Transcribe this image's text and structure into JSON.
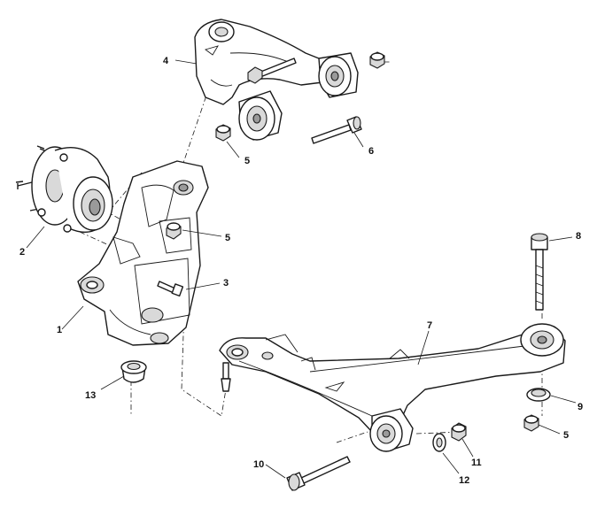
{
  "callouts": [
    {
      "id": "c1",
      "label": "1"
    },
    {
      "id": "c2",
      "label": "2"
    },
    {
      "id": "c3",
      "label": "3"
    },
    {
      "id": "c4",
      "label": "4"
    },
    {
      "id": "c5a",
      "label": "5"
    },
    {
      "id": "c5b",
      "label": "5"
    },
    {
      "id": "c5c",
      "label": "5"
    },
    {
      "id": "c6",
      "label": "6"
    },
    {
      "id": "c7",
      "label": "7"
    },
    {
      "id": "c8",
      "label": "8"
    },
    {
      "id": "c9",
      "label": "9"
    },
    {
      "id": "c10",
      "label": "10"
    },
    {
      "id": "c11",
      "label": "11"
    },
    {
      "id": "c12",
      "label": "12"
    },
    {
      "id": "c13",
      "label": "13"
    }
  ]
}
